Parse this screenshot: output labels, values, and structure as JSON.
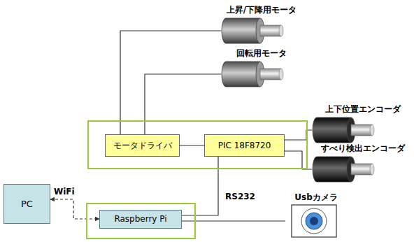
{
  "diagram": {
    "nodes": [
      {
        "text": [
          "上昇/下降用モータ"
        ]
      },
      {
        "text": [
          "回転用モータ"
        ]
      },
      {
        "text": []
      },
      {
        "text": [
          "モータドライバ"
        ],
        "in": 2
      },
      {
        "text": [
          "PIC 18F8720"
        ],
        "in": 2
      },
      {
        "text": [
          "上下位置エンコーダ"
        ]
      },
      {
        "text": [
          "すべり検出エンコーダ"
        ]
      },
      {
        "text": [
          "PC"
        ]
      },
      {
        "text": []
      },
      {
        "text": [
          "Raspberry Pi"
        ],
        "in": 8
      },
      {
        "text": [
          "Usbカメラ"
        ]
      }
    ],
    "edges": [
      {
        "from": 3,
        "to": 0,
        "arrow": "none"
      },
      {
        "from": 3,
        "to": 1,
        "arrow": "none"
      },
      {
        "from": 4,
        "to": 3,
        "arrow": "none"
      },
      {
        "from": 4,
        "to": 5,
        "arrow": "none"
      },
      {
        "from": 4,
        "to": 6,
        "arrow": "none"
      },
      {
        "from": 4,
        "to": 9,
        "label": "RS232",
        "arrow": "none"
      },
      {
        "from": 7,
        "to": 9,
        "label": "WiFi",
        "arrow": "both"
      },
      {
        "from": 9,
        "to": 10,
        "arrow": "none"
      }
    ]
  }
}
